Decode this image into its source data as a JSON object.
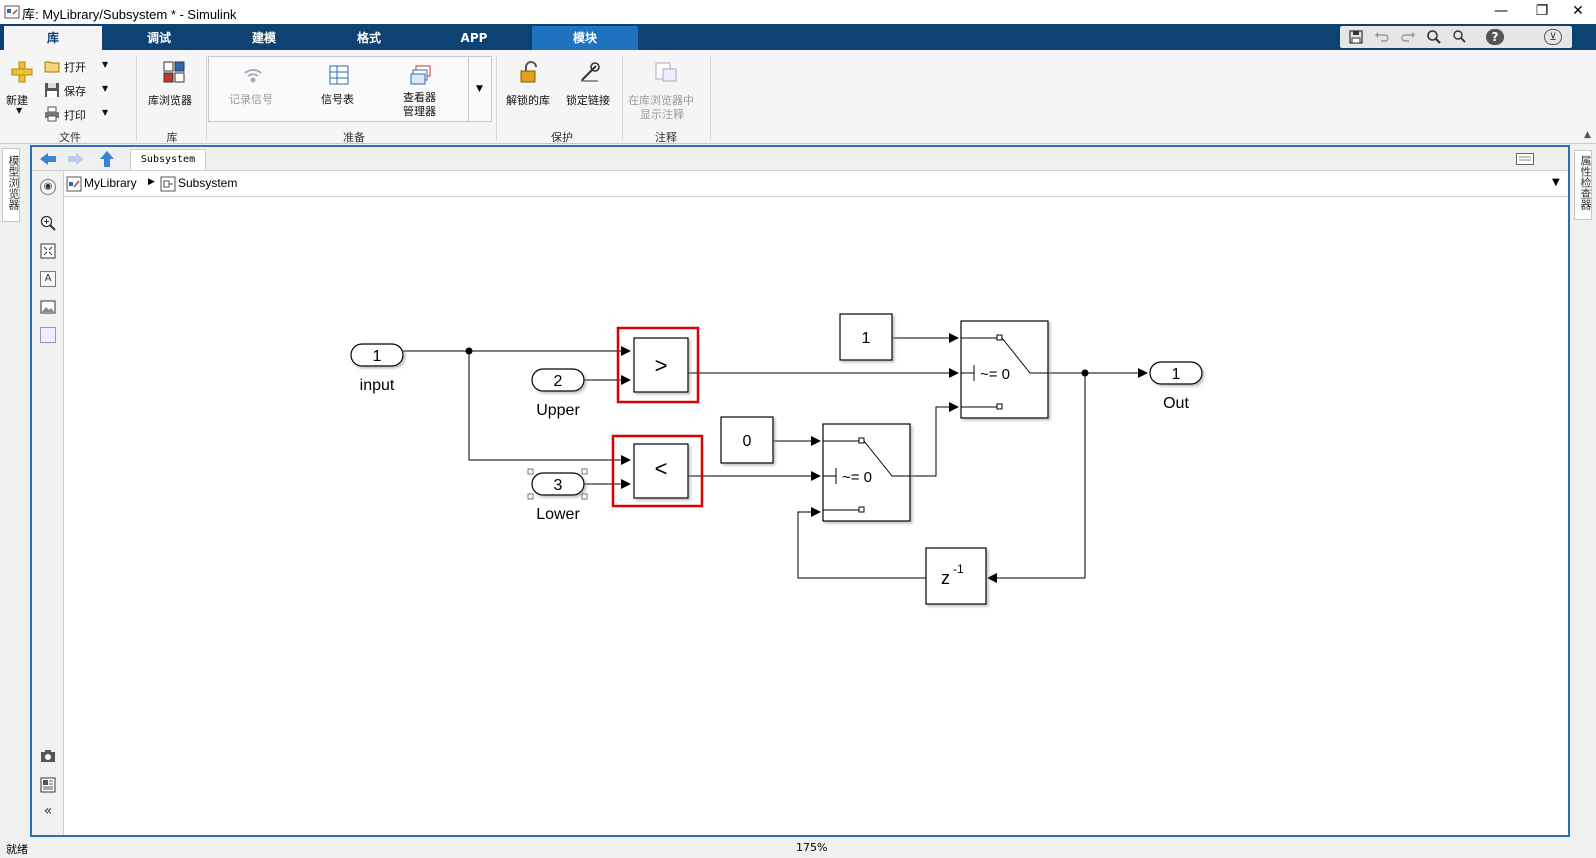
{
  "window": {
    "title": "库: MyLibrary/Subsystem * - Simulink",
    "controls": {
      "minimize": "—",
      "restore": "❐",
      "close": "✕"
    }
  },
  "tabs": [
    {
      "label": "库",
      "state": "active"
    },
    {
      "label": "调试",
      "state": "normal"
    },
    {
      "label": "建模",
      "state": "normal"
    },
    {
      "label": "格式",
      "state": "normal"
    },
    {
      "label": "APP",
      "state": "normal"
    },
    {
      "label": "模块",
      "state": "contextual"
    }
  ],
  "quick_access": {
    "icons": [
      "save-icon",
      "undo-icon",
      "redo-icon",
      "search-icon",
      "zoom-icon",
      "help-icon",
      "collapse-ribbon-icon"
    ],
    "help_glyph": "?",
    "collapse_glyph": "⊻"
  },
  "ribbon": {
    "file_group": {
      "label": "文件",
      "new_label": "新建",
      "open_label": "打开",
      "save_label": "保存",
      "print_label": "打印"
    },
    "library_group": {
      "label": "库",
      "browser_label": "库浏览器"
    },
    "prepare_group": {
      "label": "准备",
      "log_signals_label": "记录信号",
      "signal_table_label": "信号表",
      "viewer_manager_line1": "查看器",
      "viewer_manager_line2": "管理器"
    },
    "protect_group": {
      "label": "保护",
      "unlock_library_label": "解锁的库",
      "lock_links_label": "锁定链接"
    },
    "annotate_group": {
      "label": "注释",
      "show_in_browser_line1": "在库浏览器中",
      "show_in_browser_line2": "显示注释"
    }
  },
  "side_panels": {
    "left_label": "模型浏览器",
    "right_label": "属性检查器"
  },
  "editor": {
    "tab_label": "Subsystem",
    "breadcrumb": {
      "root": "MyLibrary",
      "sep": "▶",
      "child": "Subsystem"
    },
    "toolbar_icons": [
      "hide-browser-icon",
      "zoom-in-icon",
      "fit-view-icon",
      "text-annotation-icon",
      "image-annotation-icon",
      "area-icon"
    ],
    "bottom_icons": [
      "snapshot-icon",
      "property-inspector-icon",
      "collapse-toolbar-icon"
    ]
  },
  "diagram": {
    "inports": [
      {
        "number": "1",
        "name": "input"
      },
      {
        "number": "2",
        "name": "Upper"
      },
      {
        "number": "3",
        "name": "Lower"
      }
    ],
    "outport": {
      "number": "1",
      "name": "Out"
    },
    "constants": [
      "1",
      "0"
    ],
    "compare_gt": ">",
    "compare_lt": "<",
    "switch_criteria": "~= 0",
    "unit_delay": {
      "base": "z",
      "exp": "-1"
    }
  },
  "status": {
    "left": "就绪",
    "zoom": "175%"
  }
}
